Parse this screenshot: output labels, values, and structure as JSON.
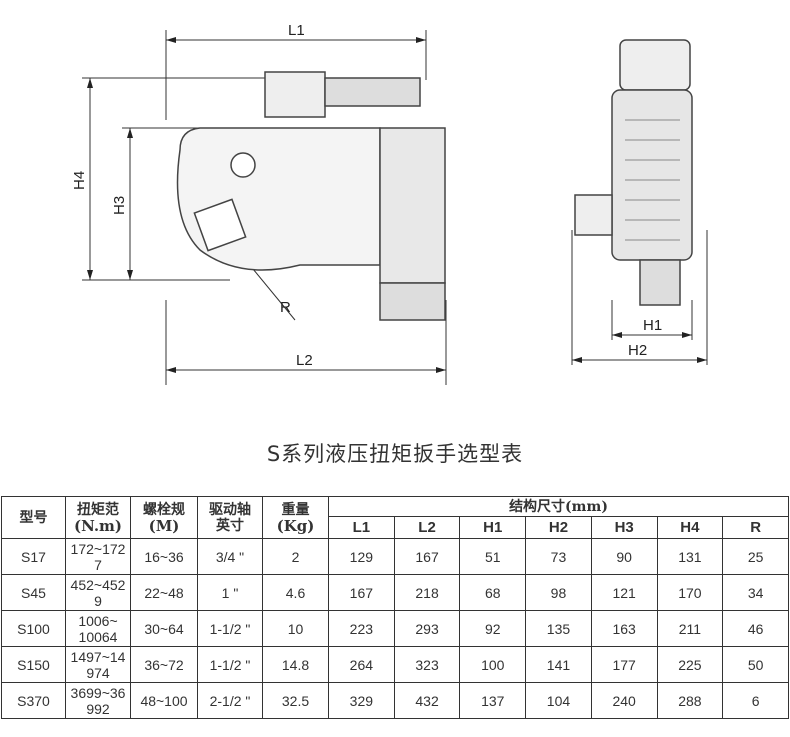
{
  "drawing": {
    "labels": {
      "L1": "L1",
      "L2": "L2",
      "H1": "H1",
      "H2": "H2",
      "H3": "H3",
      "H4": "H4",
      "R": "R"
    }
  },
  "title": "S系列液压扭矩扳手选型表",
  "table": {
    "headers": {
      "model": "型号",
      "torque": [
        "扭矩范",
        "(N.m)"
      ],
      "bolt": [
        "螺栓规",
        "(M)"
      ],
      "drive": [
        "驱动轴",
        "英寸"
      ],
      "weight": [
        "重量",
        "(Kg)"
      ],
      "dims_group": "结构尺寸(mm)",
      "dims": [
        "L1",
        "L2",
        "H1",
        "H2",
        "H3",
        "H4",
        "R"
      ]
    },
    "rows": [
      {
        "model": "S17",
        "torque": [
          "172~172",
          "7"
        ],
        "bolt": "16~36",
        "drive": "3/4 \"",
        "weight": "2",
        "dims": [
          "129",
          "167",
          "51",
          "73",
          "90",
          "131",
          "25"
        ]
      },
      {
        "model": "S45",
        "torque": [
          "452~452",
          "9"
        ],
        "bolt": "22~48",
        "drive": "1 \"",
        "weight": "4.6",
        "dims": [
          "167",
          "218",
          "68",
          "98",
          "121",
          "170",
          "34"
        ]
      },
      {
        "model": "S100",
        "torque": [
          "1006~",
          "10064"
        ],
        "bolt": "30~64",
        "drive": "1-1/2 \"",
        "weight": "10",
        "dims": [
          "223",
          "293",
          "92",
          "135",
          "163",
          "211",
          "46"
        ]
      },
      {
        "model": "S150",
        "torque": [
          "1497~14",
          "974"
        ],
        "bolt": "36~72",
        "drive": "1-1/2 \"",
        "weight": "14.8",
        "dims": [
          "264",
          "323",
          "100",
          "141",
          "177",
          "225",
          "50"
        ]
      },
      {
        "model": "S370",
        "torque": [
          "3699~36",
          "992"
        ],
        "bolt": "48~100",
        "drive": "2-1/2 \"",
        "weight": "32.5",
        "dims": [
          "329",
          "432",
          "137",
          "104",
          "240",
          "288",
          "6"
        ]
      }
    ]
  }
}
